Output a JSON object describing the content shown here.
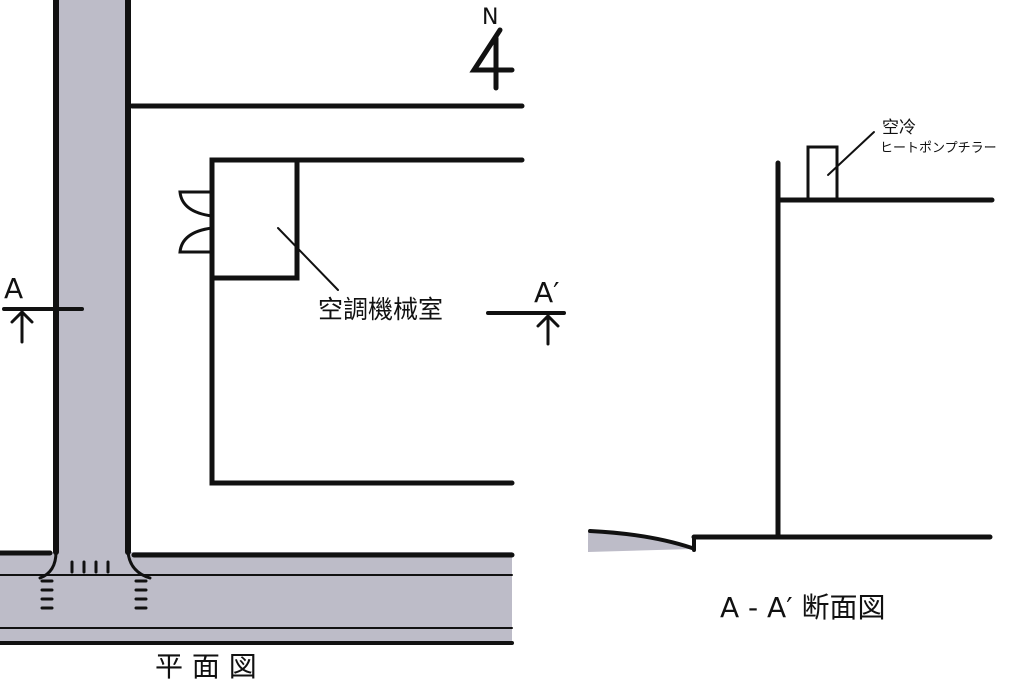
{
  "north": {
    "label": "N"
  },
  "plan": {
    "section_mark_left": "A",
    "section_mark_right": "A′",
    "room_label": "空調機械室",
    "caption": "平 面 図"
  },
  "section": {
    "unit_label_line1": "空冷",
    "unit_label_line2": "ヒートポンプチラー",
    "caption": "A - A′ 断面図"
  },
  "colors": {
    "line": "#111111",
    "road": "#bdbcc8",
    "background": "#ffffff"
  }
}
